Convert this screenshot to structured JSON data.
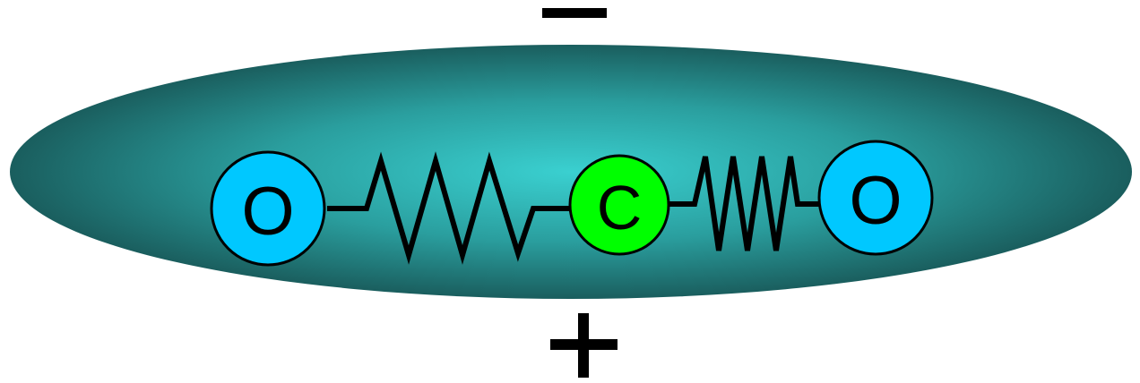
{
  "molecule": {
    "atoms": [
      {
        "id": "oxygen-left",
        "label": "O",
        "color": "#00c8ff"
      },
      {
        "id": "carbon-center",
        "label": "C",
        "color": "#00ff00"
      },
      {
        "id": "oxygen-right",
        "label": "O",
        "color": "#00c8ff"
      }
    ]
  },
  "charges": {
    "top": "−",
    "bottom": "+"
  },
  "colors": {
    "ellipse_center": "#3ad0d0",
    "ellipse_edge": "#1a5e5e",
    "bond": "#000000"
  }
}
